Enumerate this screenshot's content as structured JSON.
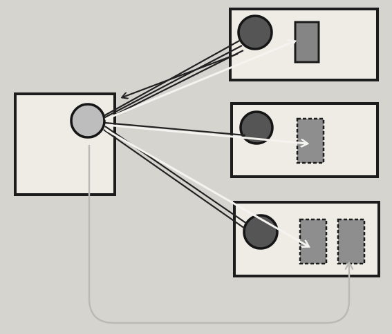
{
  "diagram": {
    "colors": {
      "background": "#d6d4cf",
      "box_fill": "#efece6",
      "outline": "#1c1c1c",
      "source_circle": "#bdbdbd",
      "target_circle": "#555555",
      "block": "#8a8a8a",
      "reference_line": "#222222",
      "light_line": "#f4f3ef",
      "grey_line": "#b9b9b5"
    },
    "blocks": [
      {
        "kind": "source",
        "circle": "light"
      },
      {
        "kind": "target",
        "circle": "dark",
        "objects": [
          "solid"
        ]
      },
      {
        "kind": "target",
        "circle": "dark",
        "objects": [
          "dashed"
        ]
      },
      {
        "kind": "target",
        "circle": "dark",
        "objects": [
          "dashed",
          "dashed"
        ]
      }
    ]
  }
}
